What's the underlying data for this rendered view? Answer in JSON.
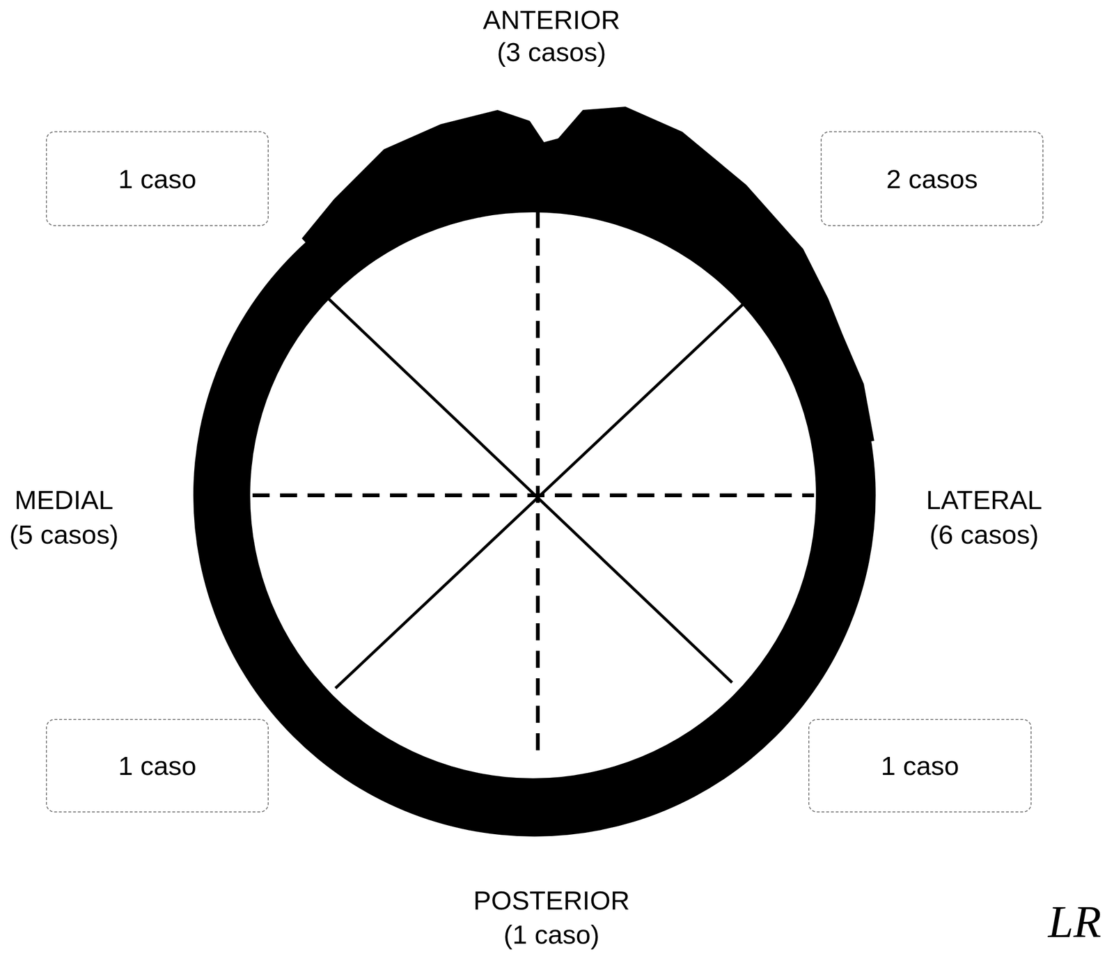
{
  "diagram": {
    "nodes": [
      {
        "text": [
          "1 caso"
        ]
      },
      {
        "text": [
          "2 casos"
        ]
      },
      {
        "text": [
          "1 caso"
        ]
      },
      {
        "text": [
          "1 caso"
        ]
      }
    ],
    "labels": [
      "ANTERIOR",
      "(3 casos)",
      "MEDIAL",
      "(5 casos)",
      "LATERAL",
      "(6 casos)",
      "POSTERIOR",
      "(1 caso)",
      "LR"
    ]
  }
}
